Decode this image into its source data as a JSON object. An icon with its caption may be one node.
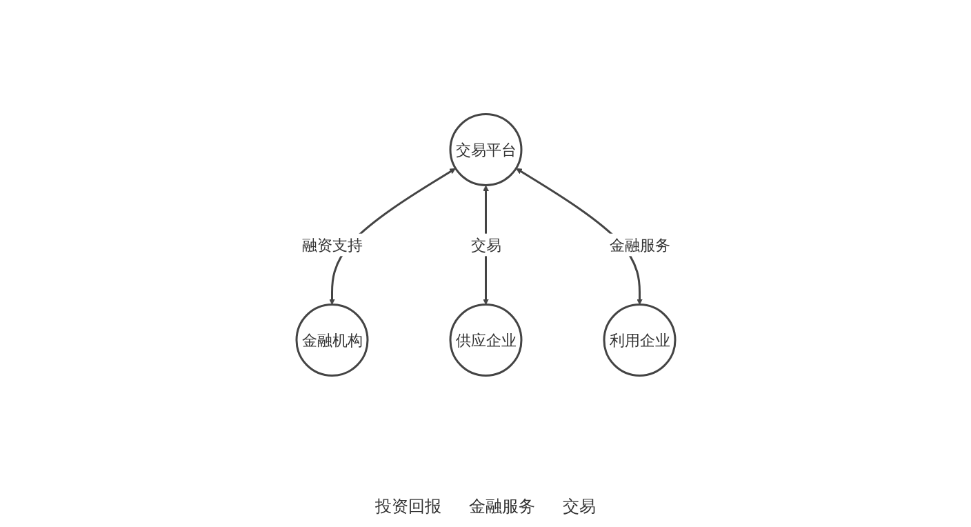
{
  "diagram": {
    "nodes": [
      {
        "text": [
          "交易平台"
        ]
      },
      {
        "text": [
          "金融机构"
        ]
      },
      {
        "text": [
          "供应企业"
        ]
      },
      {
        "text": [
          "利用企业"
        ]
      }
    ],
    "edges": [
      {
        "from": 0,
        "to": 1,
        "arrow": "both",
        "label": "融资支持"
      },
      {
        "from": 0,
        "to": 2,
        "arrow": "both",
        "label": "交易"
      },
      {
        "from": 0,
        "to": 3,
        "arrow": "both",
        "label": "金融服务"
      }
    ],
    "labels": [
      "投资回报",
      "金融服务",
      "交易"
    ]
  }
}
